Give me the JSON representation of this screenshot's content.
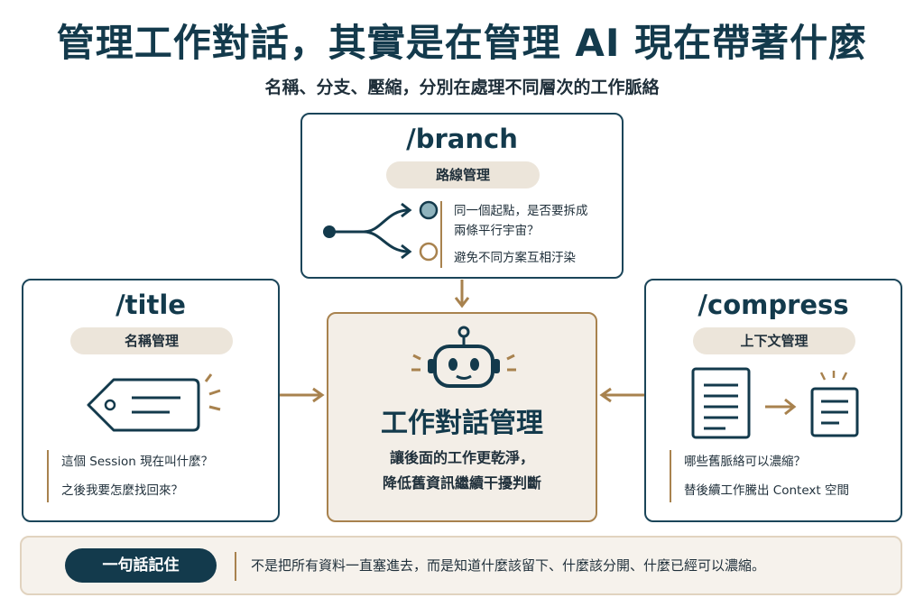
{
  "header": {
    "title": "管理工作對話，其實是在管理 AI 現在帶著什麼",
    "subtitle": "名稱、分支、壓縮，分別在處理不同層次的工作脈絡"
  },
  "branch": {
    "command": "/branch",
    "tag": "路線管理",
    "lines": [
      "同一個起點，是否要拆成",
      "兩條平行宇宙？",
      "避免不同方案互相汙染"
    ]
  },
  "title_card": {
    "command": "/title",
    "tag": "名稱管理",
    "lines": [
      "這個 Session 現在叫什麼？",
      "之後我要怎麼找回來？"
    ]
  },
  "compress": {
    "command": "/compress",
    "tag": "上下文管理",
    "lines": [
      "哪些舊脈絡可以濃縮？",
      "替後續工作騰出 Context 空間"
    ]
  },
  "center": {
    "title": "工作對話管理",
    "desc_line1": "讓後面的工作更乾淨，",
    "desc_line2": "降低舊資訊繼續干擾判斷"
  },
  "footer": {
    "badge": "一句話記住",
    "text": "不是把所有資料一直塞進去，而是知道什麼該留下、什麼該分開、什麼已經可以濃縮。"
  },
  "colors": {
    "navy": "#133a4c",
    "accent_brown": "#a8824e",
    "pill_bg": "#ece5da",
    "branch_dot_teal": "#8fb3bd"
  },
  "icons": [
    "branch-fork-icon",
    "tag-icon",
    "robot-icon",
    "document-icon",
    "compressed-document-icon",
    "arrow-icon"
  ]
}
